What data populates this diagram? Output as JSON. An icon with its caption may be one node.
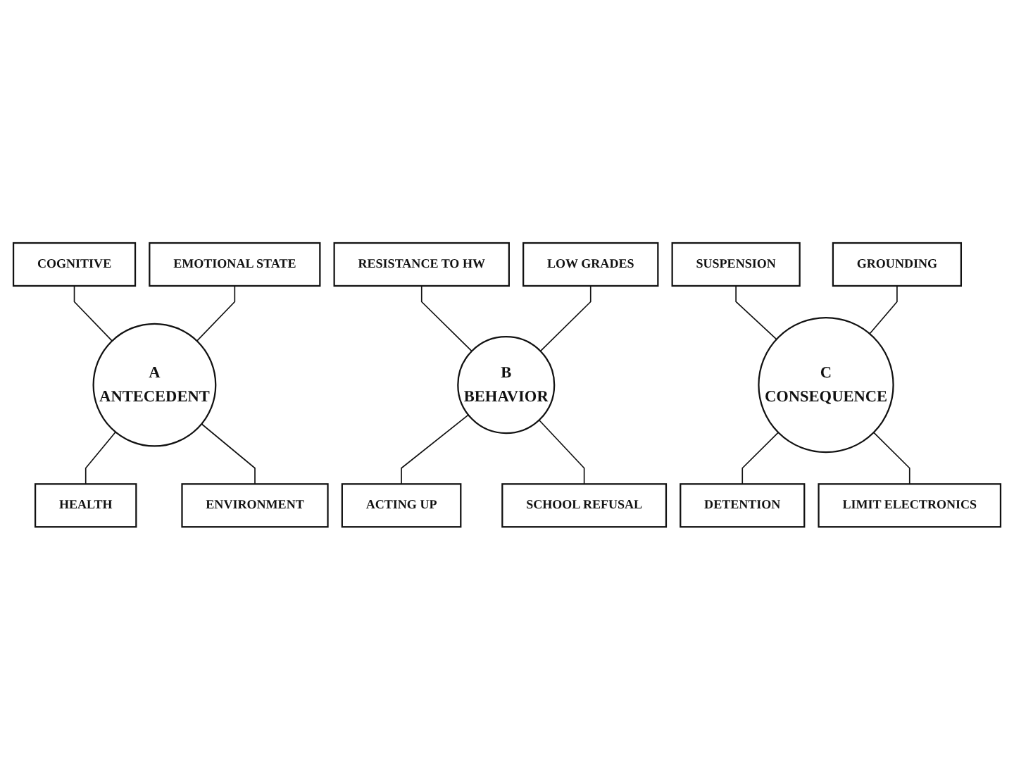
{
  "diagram": {
    "nodes": [
      {
        "text": [
          "COGNITIVE"
        ]
      },
      {
        "text": [
          "EMOTIONAL STATE"
        ]
      },
      {
        "text": [
          "RESISTANCE TO HW"
        ]
      },
      {
        "text": [
          "LOW GRADES"
        ]
      },
      {
        "text": [
          "SUSPENSION"
        ]
      },
      {
        "text": [
          "GROUNDING"
        ]
      },
      {
        "text": [
          "A",
          "ANTECEDENT"
        ]
      },
      {
        "text": [
          "B",
          "BEHAVIOR"
        ]
      },
      {
        "text": [
          "C",
          "CONSEQUENCE"
        ]
      },
      {
        "text": [
          "HEALTH"
        ]
      },
      {
        "text": [
          "ENVIRONMENT"
        ]
      },
      {
        "text": [
          "ACTING UP"
        ]
      },
      {
        "text": [
          "SCHOOL REFUSAL"
        ]
      },
      {
        "text": [
          "DETENTION"
        ]
      },
      {
        "text": [
          "LIMIT ELECTRONICS"
        ]
      }
    ],
    "edges": [
      {
        "from": 0,
        "to": 6,
        "arrow": "none"
      },
      {
        "from": 1,
        "to": 6,
        "arrow": "none"
      },
      {
        "from": 2,
        "to": 7,
        "arrow": "none"
      },
      {
        "from": 3,
        "to": 7,
        "arrow": "none"
      },
      {
        "from": 4,
        "to": 8,
        "arrow": "none"
      },
      {
        "from": 5,
        "to": 8,
        "arrow": "none"
      },
      {
        "from": 6,
        "to": 9,
        "arrow": "none"
      },
      {
        "from": 6,
        "to": 10,
        "arrow": "none"
      },
      {
        "from": 7,
        "to": 11,
        "arrow": "none"
      },
      {
        "from": 7,
        "to": 12,
        "arrow": "none"
      },
      {
        "from": 8,
        "to": 13,
        "arrow": "none"
      },
      {
        "from": 8,
        "to": 14,
        "arrow": "none"
      }
    ]
  }
}
